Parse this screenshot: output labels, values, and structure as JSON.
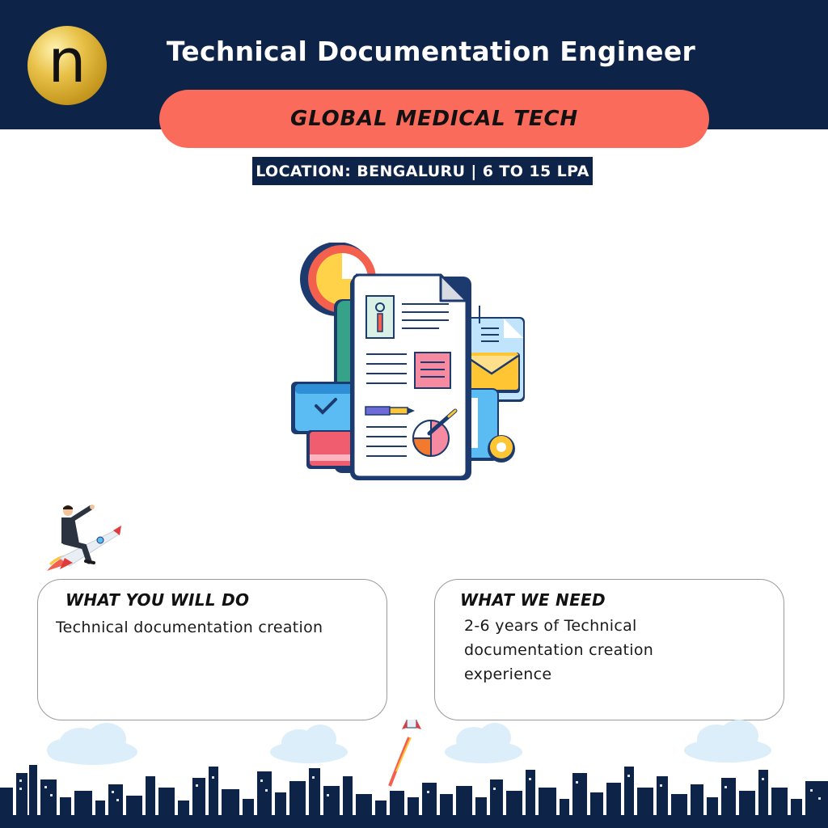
{
  "logo": {
    "letter": "n",
    "colors": {
      "gold": "#d4a82c",
      "dark": "#111111"
    }
  },
  "header": {
    "title": "Technical Documentation Engineer",
    "background": "#0e2348"
  },
  "company": {
    "name": "GLOBAL MEDICAL TECH",
    "pill_color": "#fb6b5c"
  },
  "location": {
    "text": "LOCATION: BENGALURU | 6 TO 15 LPA"
  },
  "illustration": {
    "icon": "documents-illustration-icon"
  },
  "decorations": {
    "rider_icon": "businessman-rocket-icon",
    "rocket_icon": "rocket-icon",
    "skyline_icon": "city-skyline-icon",
    "cloud_icon": "cloud-icon"
  },
  "cards": {
    "what_you_will_do": {
      "heading": "WHAT YOU WILL DO",
      "body": "Technical documentation creation"
    },
    "what_we_need": {
      "heading": "WHAT WE NEED",
      "body": "2-6 years of Technical documentation creation experience"
    }
  }
}
